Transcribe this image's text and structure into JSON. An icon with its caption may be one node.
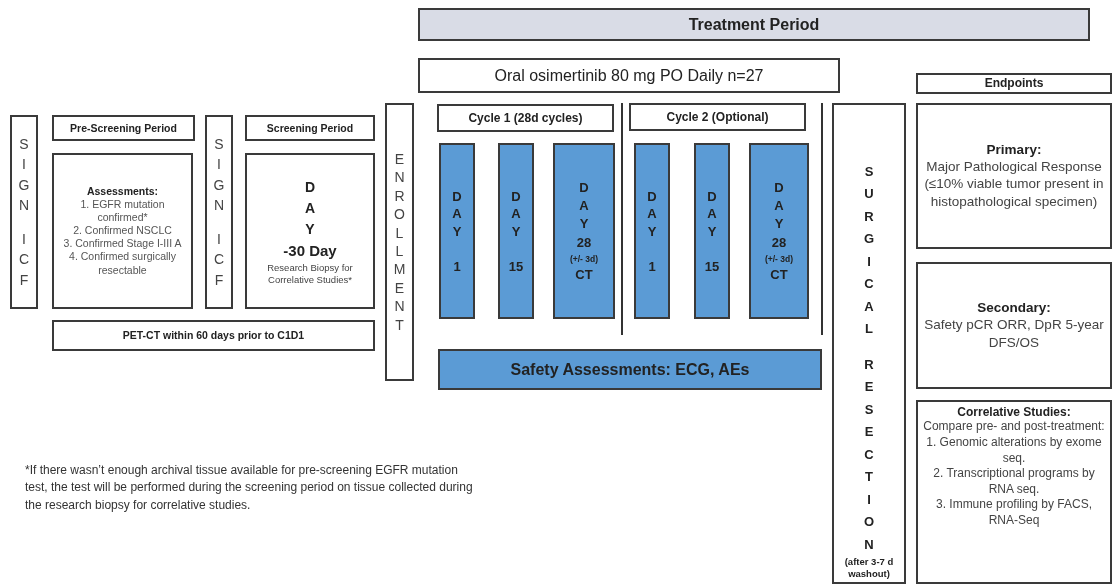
{
  "diagram": {
    "nodes": [
      {
        "text": [
          "Treatment Period"
        ]
      },
      {
        "text": [
          "Oral osimertinib 80 mg PO Daily n=27"
        ]
      },
      {
        "text": [
          "Endpoints"
        ]
      },
      {
        "text": [
          "SIGN ICF"
        ]
      },
      {
        "text": [
          "Pre-Screening Period"
        ]
      },
      {
        "text": [
          "Assessments:",
          "1. EGFR mutation confirmed*",
          "2. Confirmed NSCLC",
          "3. Confirmed Stage I-III A",
          "4. Confirmed surgically resectable"
        ]
      },
      {
        "text": [
          "SIGN ICF"
        ]
      },
      {
        "text": [
          "Screening Period"
        ]
      },
      {
        "text": [
          "DAY",
          "-30 Day",
          "Research Biopsy for Correlative Studies*"
        ]
      },
      {
        "text": [
          "PET-CT within 60 days prior to C1D1"
        ]
      },
      {
        "text": [
          "ENROLLMENT"
        ]
      },
      {
        "text": [
          "Cycle 1 (28d cycles)"
        ]
      },
      {
        "text": [
          "Cycle 2 (Optional)"
        ]
      },
      {
        "text": [
          "DAY",
          "1"
        ]
      },
      {
        "text": [
          "DAY",
          "15"
        ]
      },
      {
        "text": [
          "DAY",
          "28",
          "(+/- 3d)",
          "CT"
        ]
      },
      {
        "text": [
          "DAY",
          "1"
        ]
      },
      {
        "text": [
          "DAY",
          "15"
        ]
      },
      {
        "text": [
          "DAY",
          "28",
          "(+/- 3d)",
          "CT"
        ]
      },
      {
        "text": [
          "Safety Assessments: ECG, AEs"
        ]
      },
      {
        "text": [
          "SURGICAL RESECTION",
          "(after 3-7 d washout)"
        ]
      },
      {
        "text": [
          "Primary:",
          "Major Pathological Response (≤10% viable tumor present in histopathological specimen)"
        ]
      },
      {
        "text": [
          "Secondary:",
          "Safety pCR ORR, DpR 5-year DFS/OS"
        ]
      },
      {
        "text": [
          "Correlative Studies:",
          "Compare pre- and post-treatment:",
          "1. Genomic alterations by exome seq.",
          "2. Transcriptional programs by RNA seq.",
          "3. Immune profiling by FACS, RNA-Seq"
        ]
      }
    ],
    "labels": [
      "*If there wasn’t enough archival tissue available for pre-screening EGFR mutation test, the test will be performed during the screening period on tissue collected during the research biopsy for correlative studies."
    ]
  }
}
